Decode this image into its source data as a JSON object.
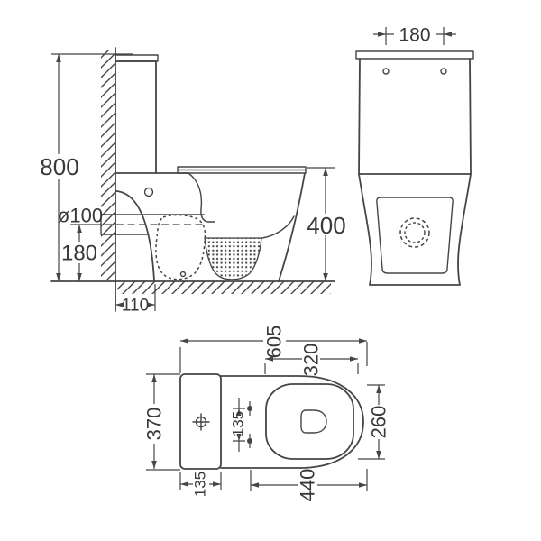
{
  "page": {
    "background": "#ffffff"
  },
  "drawing": {
    "kind": "technical-dimension-drawing",
    "subject": "two-piece close-coupled toilet, three orthographic views",
    "line_color": "#454545",
    "text_color": "#383838",
    "views": {
      "side": {
        "name": "side elevation",
        "dims": {
          "overall_height": "800",
          "outlet_diameter": "ø100",
          "outlet_height": "180",
          "outlet_offset": "110",
          "rim_height": "400"
        }
      },
      "front": {
        "name": "rear elevation",
        "dims": {
          "hole_spacing": "180"
        }
      },
      "top": {
        "name": "plan view",
        "dims": {
          "overall_length": "605",
          "seat_inner_width": "320",
          "overall_width": "370",
          "bolt_hole_spacing": "135",
          "seat_inner_depth": "260",
          "bowl_length": "440",
          "tank_inset": "135"
        }
      }
    }
  }
}
